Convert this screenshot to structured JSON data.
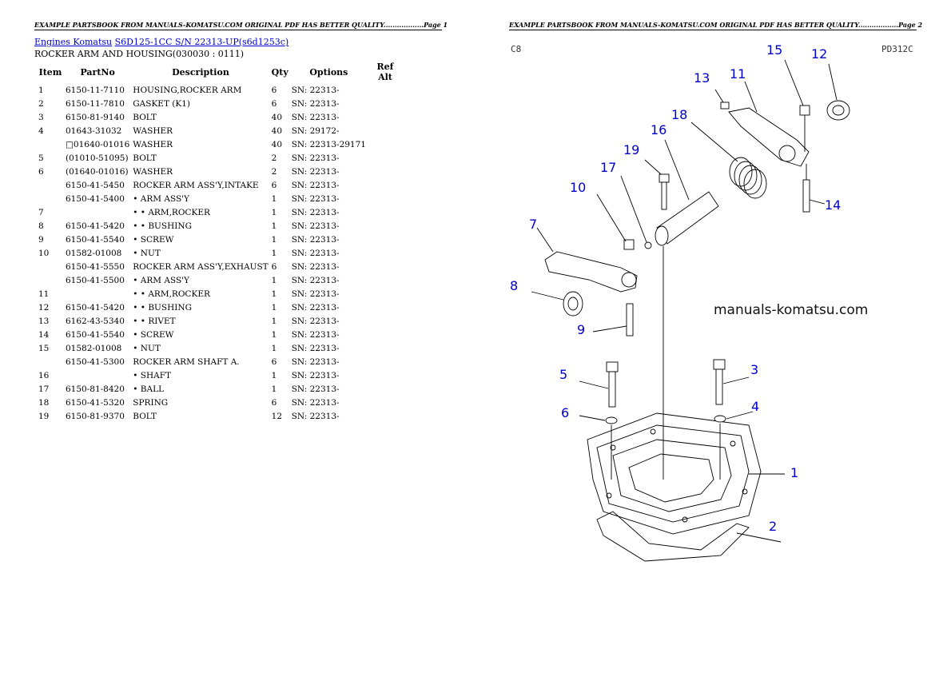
{
  "headers": {
    "left": "EXAMPLE PARTSBOOK FROM MANUALS-KOMATSU.COM ORIGINAL PDF HAS BETTER QUALITY..................Page 1",
    "right": "EXAMPLE PARTSBOOK FROM MANUALS-KOMATSU.COM ORIGINAL PDF HAS BETTER QUALITY..................Page 2"
  },
  "breadcrumb": {
    "link1": "Engines Komatsu",
    "link2": "S6D125-1CC S/N 22313-UP(s6d1253c)"
  },
  "section_title": "ROCKER ARM AND HOUSING(030030 : 0111)",
  "table": {
    "columns": [
      "Item",
      "PartNo",
      "Description",
      "Qty",
      "Options",
      "Ref Alt"
    ],
    "rows": [
      [
        "1",
        "6150-11-7110",
        "HOUSING,ROCKER ARM",
        "6",
        "SN: 22313-",
        ""
      ],
      [
        "2",
        "6150-11-7810",
        "GASKET (K1)",
        "6",
        "SN: 22313-",
        ""
      ],
      [
        "3",
        "6150-81-9140",
        "BOLT",
        "40",
        "SN: 22313-",
        ""
      ],
      [
        "4",
        "01643-31032",
        "WASHER",
        "40",
        "SN: 29172-",
        ""
      ],
      [
        "",
        "□01640-01016",
        "WASHER",
        "40",
        "SN: 22313-29171",
        ""
      ],
      [
        "5",
        "(01010-51095)",
        "BOLT",
        "2",
        "SN: 22313-",
        ""
      ],
      [
        "6",
        "(01640-01016)",
        "WASHER",
        "2",
        "SN: 22313-",
        ""
      ],
      [
        "",
        "6150-41-5450",
        "ROCKER ARM ASS'Y,INTAKE",
        "6",
        "SN: 22313-",
        ""
      ],
      [
        "",
        "6150-41-5400",
        "• ARM ASS'Y",
        "1",
        "SN: 22313-",
        ""
      ],
      [
        "7",
        "",
        "• • ARM,ROCKER",
        "1",
        "SN: 22313-",
        ""
      ],
      [
        "8",
        "6150-41-5420",
        "• • BUSHING",
        "1",
        "SN: 22313-",
        ""
      ],
      [
        "9",
        "6150-41-5540",
        "• SCREW",
        "1",
        "SN: 22313-",
        ""
      ],
      [
        "10",
        "01582-01008",
        "• NUT",
        "1",
        "SN: 22313-",
        ""
      ],
      [
        "",
        "6150-41-5550",
        "ROCKER ARM ASS'Y,EXHAUST",
        "6",
        "SN: 22313-",
        ""
      ],
      [
        "",
        "6150-41-5500",
        "• ARM ASS'Y",
        "1",
        "SN: 22313-",
        ""
      ],
      [
        "11",
        "",
        "• • ARM,ROCKER",
        "1",
        "SN: 22313-",
        ""
      ],
      [
        "12",
        "6150-41-5420",
        "• • BUSHING",
        "1",
        "SN: 22313-",
        ""
      ],
      [
        "13",
        "6162-43-5340",
        "• • RIVET",
        "1",
        "SN: 22313-",
        ""
      ],
      [
        "14",
        "6150-41-5540",
        "• SCREW",
        "1",
        "SN: 22313-",
        ""
      ],
      [
        "15",
        "01582-01008",
        "• NUT",
        "1",
        "SN: 22313-",
        ""
      ],
      [
        "",
        "6150-41-5300",
        "ROCKER ARM SHAFT A.",
        "6",
        "SN: 22313-",
        ""
      ],
      [
        "16",
        "",
        "• SHAFT",
        "1",
        "SN: 22313-",
        ""
      ],
      [
        "17",
        "6150-81-8420",
        "• BALL",
        "1",
        "SN: 22313-",
        ""
      ],
      [
        "18",
        "6150-41-5320",
        "SPRING",
        "6",
        "SN: 22313-",
        ""
      ],
      [
        "19",
        "6150-81-9370",
        "BOLT",
        "12",
        "SN: 22313-",
        ""
      ]
    ]
  },
  "diagram": {
    "corner_left": "C8",
    "corner_right": "PD312C",
    "watermark": "manuals-komatsu.com",
    "callouts": [
      "1",
      "2",
      "3",
      "4",
      "5",
      "6",
      "7",
      "8",
      "9",
      "10",
      "11",
      "12",
      "13",
      "14",
      "15",
      "16",
      "17",
      "18",
      "19"
    ],
    "callout_color": "#0000cc"
  }
}
